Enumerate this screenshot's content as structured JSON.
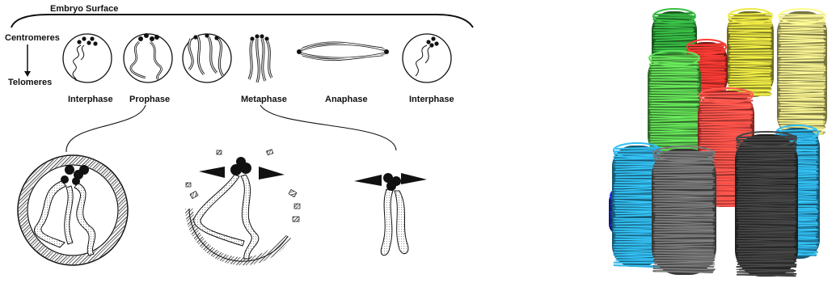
{
  "diagram": {
    "surface_label": "Embryo Surface",
    "axis_top": "Centromeres",
    "axis_bottom": "Telomeres",
    "stages": [
      {
        "label": "Interphase"
      },
      {
        "label": "Prophase"
      },
      {
        "label": "Metaphase"
      },
      {
        "label": "Anaphase"
      },
      {
        "label": "Interphase"
      }
    ]
  },
  "render": {
    "colors": [
      "#2f9e3a",
      "#c6c23a",
      "#e0322c",
      "#2a9fcf",
      "#666666",
      "#3a3a3a",
      "#1f2ec0",
      "#f04a42",
      "#d9d27a",
      "#55bd4a"
    ],
    "background": "#ffffff"
  }
}
